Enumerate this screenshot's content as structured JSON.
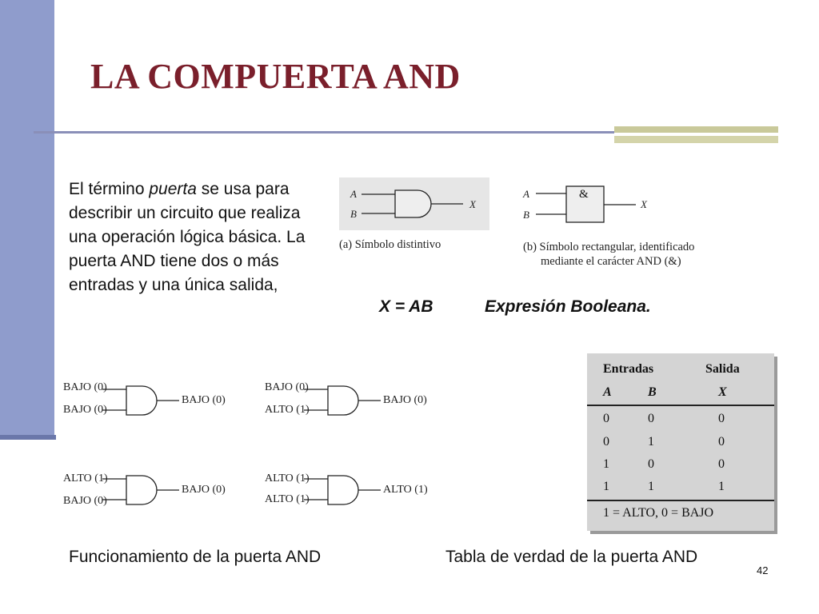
{
  "slide": {
    "title": "LA COMPUERTA AND",
    "page_number": "42"
  },
  "intro": {
    "text_before": "El término ",
    "text_emphasis": "puerta",
    "text_after": " se usa para describir un circuito que realiza una operación lógica básica. La puerta AND tiene dos o más entradas y una única salida,"
  },
  "symbols": {
    "distinctive": {
      "input_a": "A",
      "input_b": "B",
      "output": "X",
      "caption": "(a) Símbolo distintivo"
    },
    "rectangular": {
      "input_a": "A",
      "input_b": "B",
      "output": "X",
      "gate_label": "&",
      "caption_line1": "(b) Símbolo rectangular, identificado",
      "caption_line2": "mediante el carácter AND (&)"
    }
  },
  "expression": {
    "equation": "X = AB",
    "label": "Expresión Booleana."
  },
  "operation_examples": [
    {
      "in1": "BAJO (0)",
      "in2": "BAJO (0)",
      "out": "BAJO (0)"
    },
    {
      "in1": "BAJO (0)",
      "in2": "ALTO (1)",
      "out": "BAJO (0)"
    },
    {
      "in1": "ALTO (1)",
      "in2": "BAJO (0)",
      "out": "BAJO (0)"
    },
    {
      "in1": "ALTO (1)",
      "in2": "ALTO (1)",
      "out": "ALTO (1)"
    }
  ],
  "truth_table": {
    "group_headers": [
      "Entradas",
      "Salida"
    ],
    "column_headers": [
      "A",
      "B",
      "X"
    ],
    "rows": [
      [
        "0",
        "0",
        "0"
      ],
      [
        "0",
        "1",
        "0"
      ],
      [
        "1",
        "0",
        "0"
      ],
      [
        "1",
        "1",
        "1"
      ]
    ],
    "footnote": "1 = ALTO, 0 = BAJO"
  },
  "captions": {
    "operation": "Funcionamiento de la puerta AND",
    "truth_table": "Tabla de verdad de la puerta AND"
  }
}
